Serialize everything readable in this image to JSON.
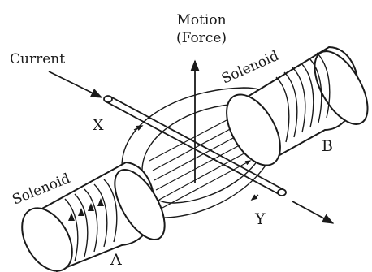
{
  "labels": {
    "motion": "Motion",
    "force": "(Force)",
    "current": "Current",
    "solenoid_left": "Solenoid",
    "solenoid_right": "Solenoid",
    "end_a": "A",
    "end_b": "B",
    "end_x": "X",
    "end_y": "Y"
  },
  "colors": {
    "ink": "#1a1a1a",
    "background": "#ffffff"
  }
}
